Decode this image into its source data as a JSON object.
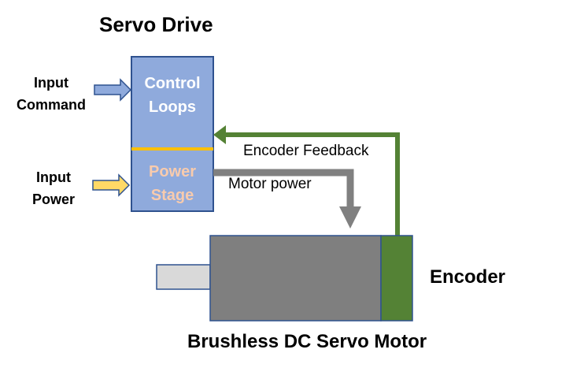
{
  "title": "Servo Drive",
  "drive": {
    "control_label": "Control\nLoops",
    "power_label": "Power\nStage"
  },
  "inputs": {
    "command": "Input\nCommand",
    "power": "Input\nPower"
  },
  "signals": {
    "encoder_feedback": "Encoder Feedback",
    "motor_power": "Motor power"
  },
  "encoder_label": "Encoder",
  "motor_label": "Brushless DC Servo Motor",
  "colors": {
    "drive_fill": "#8faadc",
    "drive_border": "#2f528f",
    "divider": "#ffc000",
    "power_text": "#f8cbad",
    "control_text": "#ffffff",
    "command_arrow": "#8faadc",
    "power_arrow": "#ffd966",
    "feedback": "#548235",
    "motor_power_arrow": "#808080",
    "motor_body": "#7f7f7f",
    "shaft": "#d9d9d9",
    "encoder_fill": "#548235"
  }
}
